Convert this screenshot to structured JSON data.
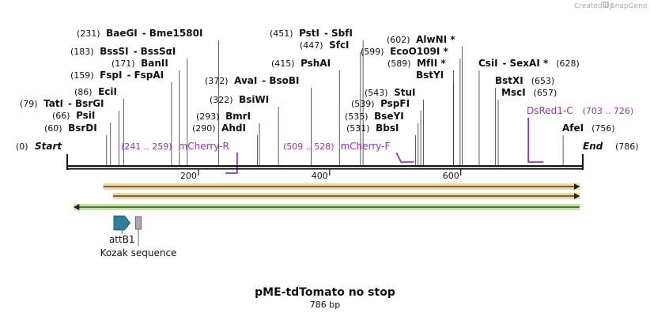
{
  "title": "pME-tdTomato no stop",
  "length_label": "786 bp",
  "watermark": {
    "prefix": "Created by",
    "brand": "SnapGene"
  },
  "start_label": "Start",
  "start_pos": "(0)",
  "end_label": "End",
  "end_pos": "(786)",
  "ticks": [
    {
      "label": "200",
      "bp": 200
    },
    {
      "label": "400",
      "bp": 400
    },
    {
      "label": "600",
      "bp": 600
    }
  ],
  "sites": [
    {
      "pos": "(60)",
      "name": "BsrDI",
      "bp": 60
    },
    {
      "pos": "(66)",
      "name": "PsiI",
      "bp": 66
    },
    {
      "pos": "(79)",
      "name": "TatI",
      "sep": "-",
      "name2": "BsrGI",
      "bp": 79
    },
    {
      "pos": "(86)",
      "name": "EciI",
      "bp": 86
    },
    {
      "pos": "(159)",
      "name": "FspI",
      "sep": "-",
      "name2": "FspAI",
      "bp": 159
    },
    {
      "pos": "(171)",
      "name": "BanII",
      "bp": 171
    },
    {
      "pos": "(183)",
      "name": "BssSI",
      "sep": "-",
      "name2": "BssSαI",
      "bp": 183
    },
    {
      "pos": "(231)",
      "name": "BaeGI",
      "sep": "-",
      "name2": "Bme1580I",
      "bp": 231
    },
    {
      "pos": "(290)",
      "name": "AhdI",
      "bp": 290
    },
    {
      "pos": "(293)",
      "name": "BmrI",
      "bp": 293
    },
    {
      "pos": "(322)",
      "name": "BsiWI",
      "bp": 322
    },
    {
      "pos": "(372)",
      "name": "AvaI",
      "sep": "-",
      "name2": "BsoBI",
      "bp": 372
    },
    {
      "pos": "(415)",
      "name": "PshAI",
      "bp": 415
    },
    {
      "pos": "(447)",
      "name": "SfcI",
      "bp": 447
    },
    {
      "pos": "(451)",
      "name": "PstI",
      "sep": "-",
      "name2": "SbfI",
      "bp": 451
    },
    {
      "pos": "(531)",
      "name": "BbsI",
      "bp": 531
    },
    {
      "pos": "(535)",
      "name": "BseYI",
      "bp": 535
    },
    {
      "pos": "(539)",
      "name": "PspFI",
      "bp": 539
    },
    {
      "pos": "(543)",
      "name": "StuI",
      "bp": 543
    },
    {
      "pos": "",
      "name": "BstYI",
      "bp": 589
    },
    {
      "pos": "(589)",
      "name": "MfII *",
      "bp": 589
    },
    {
      "pos": "(599)",
      "name": "EcoO109I *",
      "bp": 599
    },
    {
      "pos": "(602)",
      "name": "AlwNI *",
      "bp": 602
    },
    {
      "pos": "",
      "name": "CsiI",
      "sep": "-",
      "name2": "SexAI *",
      "after": "(628)",
      "bp": 628
    },
    {
      "pos": "",
      "name": "BstXI",
      "after": "(653)",
      "bp": 653
    },
    {
      "pos": "",
      "name": "MscI",
      "after": "(657)",
      "bp": 657
    },
    {
      "pos": "",
      "name": "AfeI",
      "after": "(756)",
      "bp": 756
    }
  ],
  "primers": [
    {
      "range": "(241 .. 259)",
      "name": "mCherry-R",
      "start": 241,
      "end": 259,
      "strand": "reverse"
    },
    {
      "range": "(509 .. 528)",
      "name": "mCherry-F",
      "start": 509,
      "end": 528,
      "strand": "forward"
    },
    {
      "range": "(703 .. 726)",
      "name": "DsRed1-C",
      "start": 703,
      "end": 726,
      "strand": "forward"
    }
  ],
  "features": [
    {
      "name": "attB1",
      "bp_start": 71,
      "bp_end": 96,
      "color": "#2e7f9b"
    },
    {
      "name": "Kozak sequence",
      "bp_start": 104,
      "bp_end": 113,
      "color": "#a9abb4"
    }
  ],
  "orfs": [
    {
      "bp_start": 55,
      "bp_end": 786,
      "direction": "forward",
      "color": "#e8b04c"
    },
    {
      "bp_start": 70,
      "bp_end": 786,
      "direction": "forward",
      "color": "#e8b04c"
    },
    {
      "bp_start": 10,
      "bp_end": 786,
      "direction": "reverse",
      "color": "#8acd4a"
    }
  ],
  "colors": {
    "primer": "#9b30c8",
    "orf_forward": "#e8b04c",
    "orf_reverse": "#8acd4a",
    "backbone": "#111111"
  }
}
